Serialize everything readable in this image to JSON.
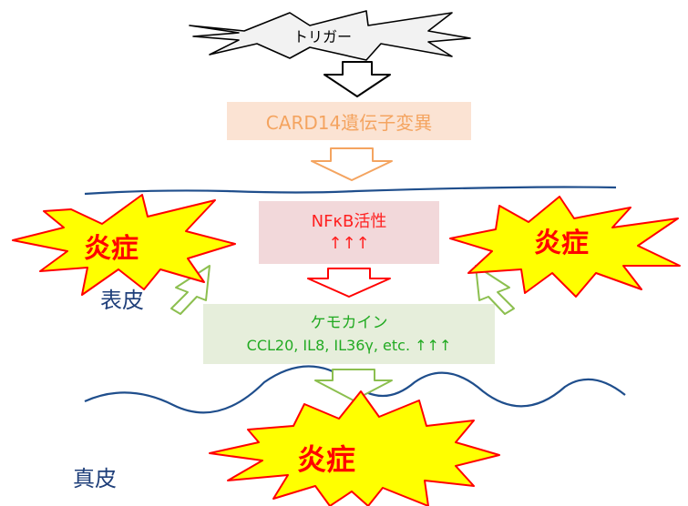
{
  "trigger": "トリガー",
  "mutation": "CARD14遺伝子変異",
  "nfkb": {
    "title": "NFκB活性",
    "arrows": "↑↑↑"
  },
  "chemokine": {
    "title": "ケモカイン",
    "detail": "CCL20, IL8, IL36γ, etc. ↑↑↑"
  },
  "inflammation_left": "炎症",
  "inflammation_right": "炎症",
  "inflammation_bottom": "炎症",
  "epidermis": "表皮",
  "dermis": "真皮",
  "colors": {
    "mutation_box": "#fbe3d3",
    "mutation_text": "#f4a460",
    "nfkb_box": "#f2d8da",
    "nfkb_text": "#ff2020",
    "chemokine_box": "#e6eedb",
    "chemokine_text": "#22aa22",
    "burst_fill": "#ffff00",
    "burst_stroke": "#ff0000",
    "burst_text": "#ff0000",
    "skin_line": "#1f4e8c",
    "label": "#1f3f7a"
  }
}
